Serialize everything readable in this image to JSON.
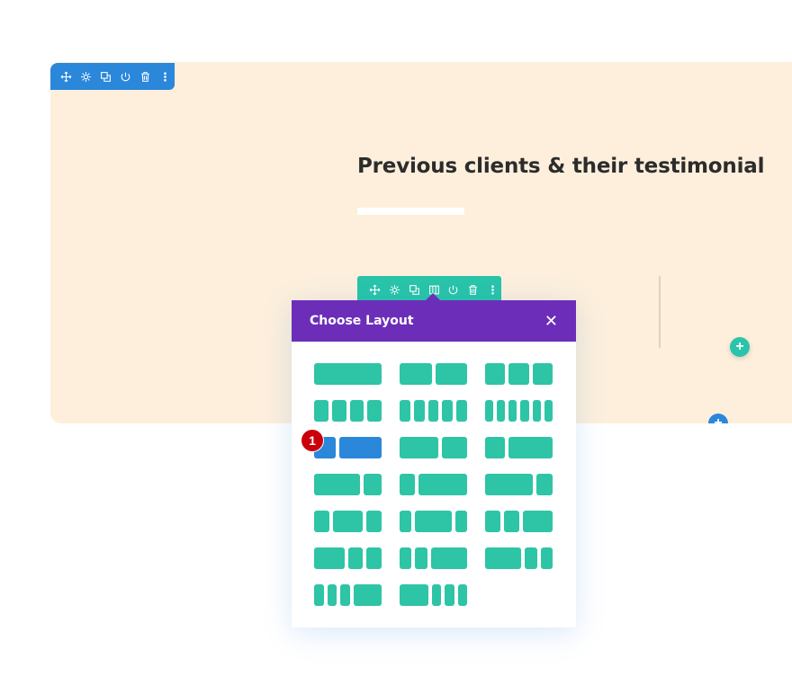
{
  "section": {
    "toolbar_icons": [
      "move-icon",
      "gear-icon",
      "duplicate-icon",
      "power-icon",
      "trash-icon",
      "more-icon"
    ],
    "title": "Previous clients & their testimonial"
  },
  "row": {
    "toolbar_icons": [
      "move-icon",
      "gear-icon",
      "duplicate-icon",
      "columns-icon",
      "power-icon",
      "trash-icon",
      "more-icon"
    ],
    "add_module_label": "+",
    "add_row_label": "+"
  },
  "modal": {
    "title": "Choose Layout",
    "close_label": "✕",
    "selected_index": 6,
    "badge_label": "1",
    "layouts": [
      [
        4
      ],
      [
        1,
        1
      ],
      [
        1,
        1,
        1
      ],
      [
        1,
        1,
        1,
        1
      ],
      [
        1,
        1,
        1,
        1,
        1
      ],
      [
        1,
        1,
        1,
        1,
        1,
        1
      ],
      [
        1,
        2
      ],
      [
        3,
        2
      ],
      [
        1,
        2.2
      ],
      [
        2.5,
        1
      ],
      [
        1,
        3.3
      ],
      [
        3,
        1
      ],
      [
        1,
        2,
        1
      ],
      [
        1,
        3,
        1
      ],
      [
        1,
        1,
        2
      ],
      [
        2,
        1,
        1
      ],
      [
        1,
        1,
        3
      ],
      [
        3,
        1,
        1
      ],
      [
        1,
        1,
        1,
        3
      ],
      [
        3,
        1,
        1,
        1
      ]
    ]
  },
  "colors": {
    "section_bg": "#fdefdc",
    "section_toolbar": "#2b87da",
    "row_toolbar": "#29c4a9",
    "modal_header": "#6c2eb9",
    "layout_default": "#2ec4a6",
    "layout_selected": "#2b87da",
    "badge": "#c9000c"
  }
}
